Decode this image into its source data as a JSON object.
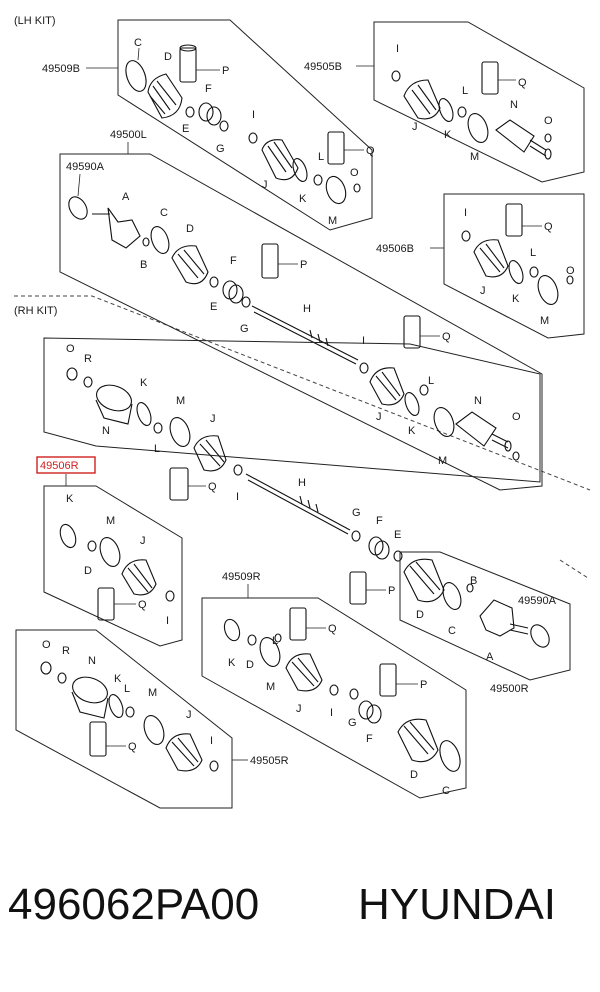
{
  "kits": {
    "lh": "(LH KIT)",
    "rh": "(RH KIT)"
  },
  "assemblies": {
    "a_49509B": "49509B",
    "a_49505B": "49505B",
    "a_49500L": "49500L",
    "a_49590A_top": "49590A",
    "a_49506B": "49506B",
    "a_49506R": "49506R",
    "a_49509R": "49509R",
    "a_49590A_bottom": "49590A",
    "a_49500R": "49500R",
    "a_49505R": "49505R"
  },
  "letters": {
    "A": "A",
    "B": "B",
    "C": "C",
    "D": "D",
    "E": "E",
    "F": "F",
    "G": "G",
    "H": "H",
    "I": "I",
    "J": "J",
    "K": "K",
    "L": "L",
    "M": "M",
    "N": "N",
    "O": "O",
    "P": "P",
    "Q": "Q",
    "R": "R"
  },
  "highlight": {
    "assembly": "49506R",
    "color": "#d0211f"
  },
  "footer": {
    "part_number": "496062PA00",
    "brand": "HYUNDAI"
  }
}
